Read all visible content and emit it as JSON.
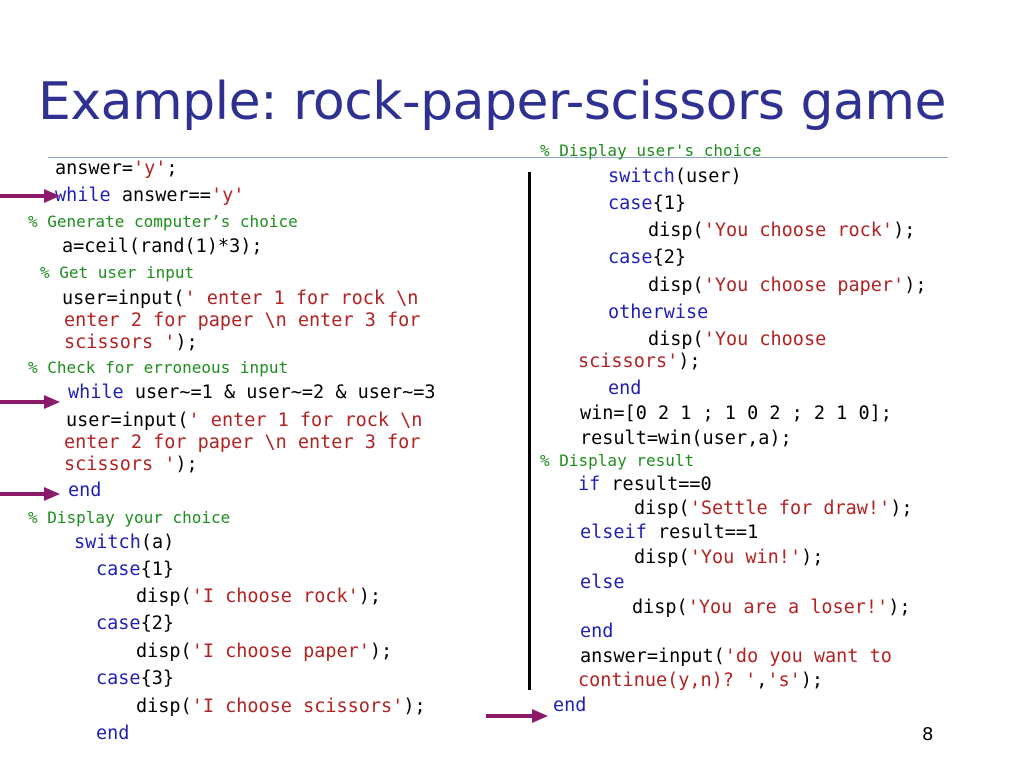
{
  "title": "Example: rock-paper-scissors game",
  "slide_number": "8",
  "colors": {
    "title": "#2E3192",
    "keyword": "#1F1FB5",
    "string": "#B22222",
    "comment": "#1E8E1E",
    "arrow": "#8B1A6B"
  },
  "left_code": [
    {
      "kind": "code",
      "parts": [
        [
          "answer=",
          "n"
        ],
        [
          "'y'",
          "s"
        ],
        [
          ";",
          "n"
        ]
      ]
    },
    {
      "kind": "code",
      "parts": [
        [
          "while",
          "k"
        ],
        [
          " answer==",
          "n"
        ],
        [
          "'y'",
          "s"
        ]
      ]
    },
    {
      "kind": "comment",
      "text": "% Generate computer’s choice"
    },
    {
      "kind": "code",
      "parts": [
        [
          "a=ceil(rand(1)*3);",
          "n"
        ]
      ]
    },
    {
      "kind": "comment",
      "text": "% Get user input"
    },
    {
      "kind": "code",
      "parts": [
        [
          "user=input(",
          "n"
        ],
        [
          "' enter 1 for rock \\n",
          "s"
        ]
      ]
    },
    {
      "kind": "code",
      "parts": [
        [
          "enter 2 for paper \\n enter 3 for",
          "s"
        ]
      ]
    },
    {
      "kind": "code",
      "parts": [
        [
          "scissors '",
          "s"
        ],
        [
          ");",
          "n"
        ]
      ]
    },
    {
      "kind": "comment",
      "text": "% Check for erroneous input"
    },
    {
      "kind": "code",
      "parts": [
        [
          "while",
          "k"
        ],
        [
          " user~=1 & user~=2 & user~=3",
          "n"
        ]
      ]
    },
    {
      "kind": "code",
      "parts": [
        [
          "user=input(",
          "n"
        ],
        [
          "' enter 1 for rock \\n",
          "s"
        ]
      ]
    },
    {
      "kind": "code",
      "parts": [
        [
          "enter 2 for paper \\n enter 3 for",
          "s"
        ]
      ]
    },
    {
      "kind": "code",
      "parts": [
        [
          "scissors '",
          "s"
        ],
        [
          ");",
          "n"
        ]
      ]
    },
    {
      "kind": "code",
      "parts": [
        [
          "end",
          "k"
        ]
      ]
    },
    {
      "kind": "comment",
      "text": "% Display your choice"
    },
    {
      "kind": "code",
      "parts": [
        [
          "switch",
          "k"
        ],
        [
          "(a)",
          "n"
        ]
      ]
    },
    {
      "kind": "code",
      "parts": [
        [
          "case",
          "k"
        ],
        [
          "{1}",
          "n"
        ]
      ]
    },
    {
      "kind": "code",
      "parts": [
        [
          "disp(",
          "n"
        ],
        [
          "'I choose rock'",
          "s"
        ],
        [
          ");",
          "n"
        ]
      ]
    },
    {
      "kind": "code",
      "parts": [
        [
          "case",
          "k"
        ],
        [
          "{2}",
          "n"
        ]
      ]
    },
    {
      "kind": "code",
      "parts": [
        [
          "disp(",
          "n"
        ],
        [
          "'I choose paper'",
          "s"
        ],
        [
          ");",
          "n"
        ]
      ]
    },
    {
      "kind": "code",
      "parts": [
        [
          "case",
          "k"
        ],
        [
          "{3}",
          "n"
        ]
      ]
    },
    {
      "kind": "code",
      "parts": [
        [
          "disp(",
          "n"
        ],
        [
          "'I choose scissors'",
          "s"
        ],
        [
          ");",
          "n"
        ]
      ]
    },
    {
      "kind": "code",
      "parts": [
        [
          "end",
          "k"
        ]
      ]
    }
  ],
  "right_code": [
    {
      "kind": "comment",
      "text": "% Display user's choice"
    },
    {
      "kind": "code",
      "parts": [
        [
          "switch",
          "k"
        ],
        [
          "(user)",
          "n"
        ]
      ]
    },
    {
      "kind": "code",
      "parts": [
        [
          "case",
          "k"
        ],
        [
          "{1}",
          "n"
        ]
      ]
    },
    {
      "kind": "code",
      "parts": [
        [
          "disp(",
          "n"
        ],
        [
          "'You choose rock'",
          "s"
        ],
        [
          ");",
          "n"
        ]
      ]
    },
    {
      "kind": "code",
      "parts": [
        [
          "case",
          "k"
        ],
        [
          "{2}",
          "n"
        ]
      ]
    },
    {
      "kind": "code",
      "parts": [
        [
          "disp(",
          "n"
        ],
        [
          "'You choose paper'",
          "s"
        ],
        [
          ");",
          "n"
        ]
      ]
    },
    {
      "kind": "code",
      "parts": [
        [
          "otherwise",
          "k"
        ]
      ]
    },
    {
      "kind": "code",
      "parts": [
        [
          "disp(",
          "n"
        ],
        [
          "'You choose",
          "s"
        ]
      ]
    },
    {
      "kind": "code",
      "parts": [
        [
          "scissors'",
          "s"
        ],
        [
          ");",
          "n"
        ]
      ]
    },
    {
      "kind": "code",
      "parts": [
        [
          "end",
          "k"
        ]
      ]
    },
    {
      "kind": "code",
      "parts": [
        [
          "win=[0 2 1 ; 1 0 2 ; 2 1 0];",
          "n"
        ]
      ]
    },
    {
      "kind": "code",
      "parts": [
        [
          "result=win(user,a);",
          "n"
        ]
      ]
    },
    {
      "kind": "comment",
      "text": "% Display result"
    },
    {
      "kind": "code",
      "parts": [
        [
          "if",
          "k"
        ],
        [
          " result==0",
          "n"
        ]
      ]
    },
    {
      "kind": "code",
      "parts": [
        [
          "disp(",
          "n"
        ],
        [
          "'Settle for draw!'",
          "s"
        ],
        [
          ");",
          "n"
        ]
      ]
    },
    {
      "kind": "code",
      "parts": [
        [
          "elseif",
          "k"
        ],
        [
          " result==1",
          "n"
        ]
      ]
    },
    {
      "kind": "code",
      "parts": [
        [
          "disp(",
          "n"
        ],
        [
          "'You win!'",
          "s"
        ],
        [
          ");",
          "n"
        ]
      ]
    },
    {
      "kind": "code",
      "parts": [
        [
          "else",
          "k"
        ]
      ]
    },
    {
      "kind": "code",
      "parts": [
        [
          "disp(",
          "n"
        ],
        [
          "'You are a loser!'",
          "s"
        ],
        [
          ");",
          "n"
        ]
      ]
    },
    {
      "kind": "code",
      "parts": [
        [
          "end",
          "k"
        ]
      ]
    },
    {
      "kind": "code",
      "parts": [
        [
          "answer=input(",
          "n"
        ],
        [
          "'do you want to",
          "s"
        ]
      ]
    },
    {
      "kind": "code",
      "parts": [
        [
          "continue(y,n)? '",
          "s"
        ],
        [
          ",",
          "n"
        ],
        [
          "'s'",
          "s"
        ],
        [
          ");",
          "n"
        ]
      ]
    },
    {
      "kind": "code",
      "parts": [
        [
          "end",
          "k"
        ]
      ]
    }
  ]
}
